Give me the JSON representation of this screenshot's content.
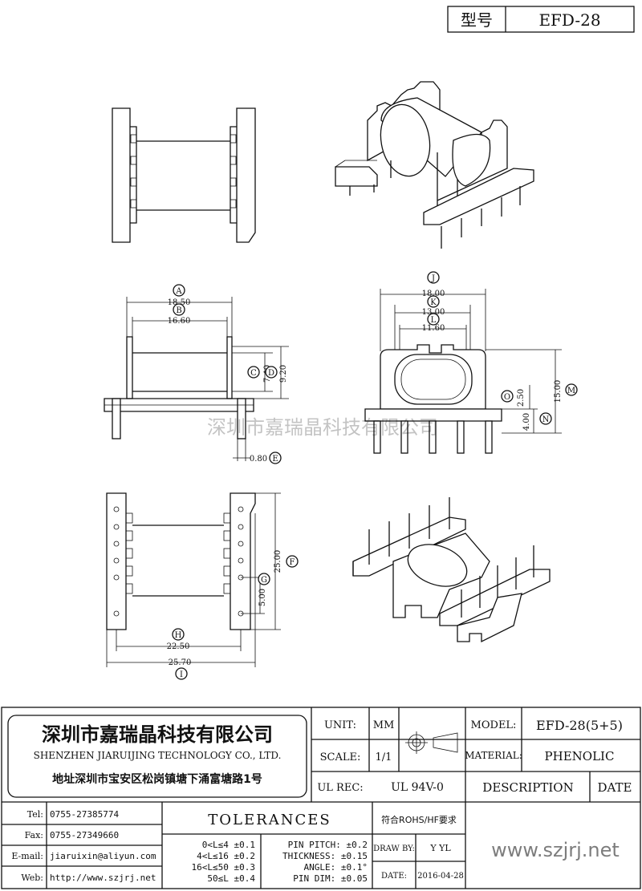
{
  "header": {
    "model_label": "型号",
    "model_value": "EFD-28"
  },
  "dimensions": {
    "A": "18.50",
    "B": "16.60",
    "C": "7.40",
    "D": "9.20",
    "E": "0.80",
    "F": "25.00",
    "G": "5.00",
    "H": "22.50",
    "I": "25.70",
    "J": "18.00",
    "K": "13.00",
    "L": "11.60",
    "M": "15.00",
    "N": "4.00",
    "O": "2.50"
  },
  "dim_letters": [
    "A",
    "B",
    "C",
    "D",
    "E",
    "F",
    "G",
    "H",
    "I",
    "J",
    "K",
    "L",
    "M",
    "N",
    "O"
  ],
  "watermark": "深圳市嘉瑞晶科技有限公司",
  "company": {
    "name_cn": "深圳市嘉瑞晶科技有限公司",
    "name_en": "SHENZHEN JIARUIJING TECHNOLOGY CO., LTD.",
    "address": "地址深圳市宝安区松岗镇塘下涌富塘路1号"
  },
  "title_block": {
    "unit_label": "UNIT:",
    "unit_value": "MM",
    "scale_label": "SCALE:",
    "scale_value": "1/1",
    "ul_label": "UL REC:",
    "ul_value": "UL 94V-0",
    "model_label": "MODEL:",
    "model_value": "EFD-28(5+5)",
    "material_label": "MATERIAL:",
    "material_value": "PHENOLIC",
    "description_label": "DESCRIPTION",
    "date_label": "DATE",
    "rohs": "符合ROHS/HF要求",
    "draw_label": "DRAW BY:",
    "draw_value": "Y YL",
    "date_row_label": "DATE:",
    "date_value": "2016-04-28",
    "website_big": "www.szjrj.net"
  },
  "contact": {
    "tel_label": "Tel:",
    "tel": "0755-27385774",
    "fax_label": "Fax:",
    "fax": "0755-27349660",
    "email_label": "E-mail:",
    "email": "jiaruixin@aliyun.com",
    "web_label": "Web:",
    "web": "http://www.szjrj.net"
  },
  "tolerances": {
    "title": "TOLERANCES",
    "ranges": [
      "0<L≤4  ±0.1",
      "4<L≤16  ±0.2",
      "16<L≤50  ±0.3",
      "50≤L  ±0.4"
    ],
    "specs": [
      "PIN PITCH: ±0.2",
      "THICKNESS: ±0.15",
      "ANGLE: ±0.1°",
      "PIN DIM: ±0.05"
    ]
  }
}
